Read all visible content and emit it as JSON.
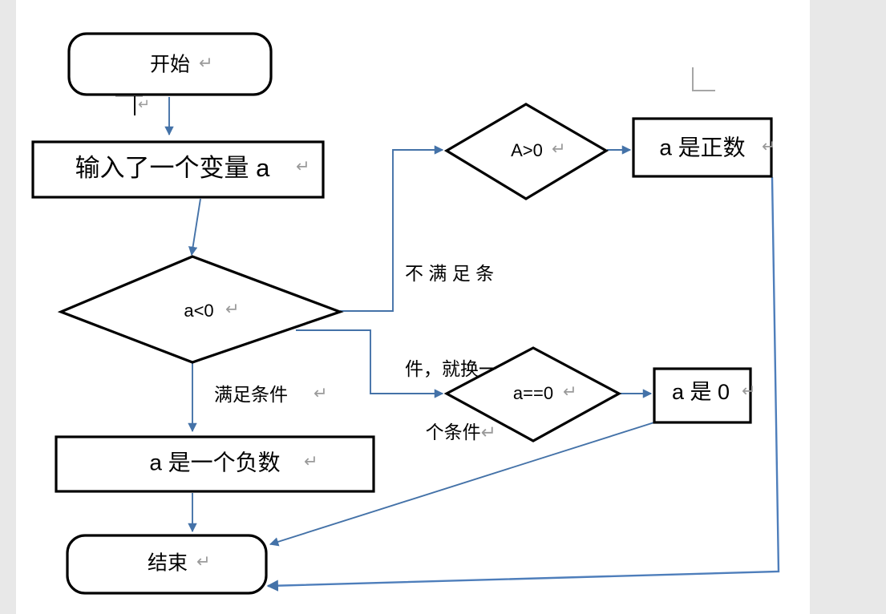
{
  "page": {
    "background_color": "#e8e8e8",
    "sheet_color": "#ffffff",
    "shape_stroke_color": "#000000",
    "connector_color": "#4472a8",
    "pilcrow_color": "#9a9a9a",
    "pilcrow_glyph": "↵"
  },
  "flowchart": {
    "type": "flowchart",
    "nodes": [
      {
        "id": "start",
        "shape": "rounded-rectangle",
        "label": "开始"
      },
      {
        "id": "input",
        "shape": "rectangle",
        "label": "输入了一个变量 a"
      },
      {
        "id": "cond_neg",
        "shape": "diamond",
        "label": "a<0"
      },
      {
        "id": "cond_pos",
        "shape": "diamond",
        "label": "A>0"
      },
      {
        "id": "cond_zero",
        "shape": "diamond",
        "label": "a==0"
      },
      {
        "id": "out_pos",
        "shape": "rectangle",
        "label": "a 是正数"
      },
      {
        "id": "out_zero",
        "shape": "rectangle",
        "label": "a 是 0"
      },
      {
        "id": "out_neg",
        "shape": "rectangle",
        "label": "a 是一个负数"
      },
      {
        "id": "end",
        "shape": "rounded-rectangle",
        "label": "结束"
      }
    ],
    "edge_labels": {
      "satisfied": "满足条件",
      "not_satisfied_line1": "不 满 足 条",
      "not_satisfied_line2": "件，就换一",
      "not_satisfied_line3": "个条件"
    },
    "edges": [
      {
        "from": "start",
        "to": "input",
        "label": ""
      },
      {
        "from": "input",
        "to": "cond_neg",
        "label": ""
      },
      {
        "from": "cond_neg",
        "to": "cond_pos",
        "label": "不 满 足 条件，就换一个条件"
      },
      {
        "from": "cond_neg",
        "to": "cond_zero",
        "label": ""
      },
      {
        "from": "cond_neg",
        "to": "out_neg",
        "label": "满足条件"
      },
      {
        "from": "cond_pos",
        "to": "out_pos",
        "label": ""
      },
      {
        "from": "cond_zero",
        "to": "out_zero",
        "label": ""
      },
      {
        "from": "out_neg",
        "to": "end",
        "label": ""
      },
      {
        "from": "out_zero",
        "to": "end",
        "label": ""
      },
      {
        "from": "out_pos",
        "to": "end",
        "label": ""
      }
    ]
  }
}
